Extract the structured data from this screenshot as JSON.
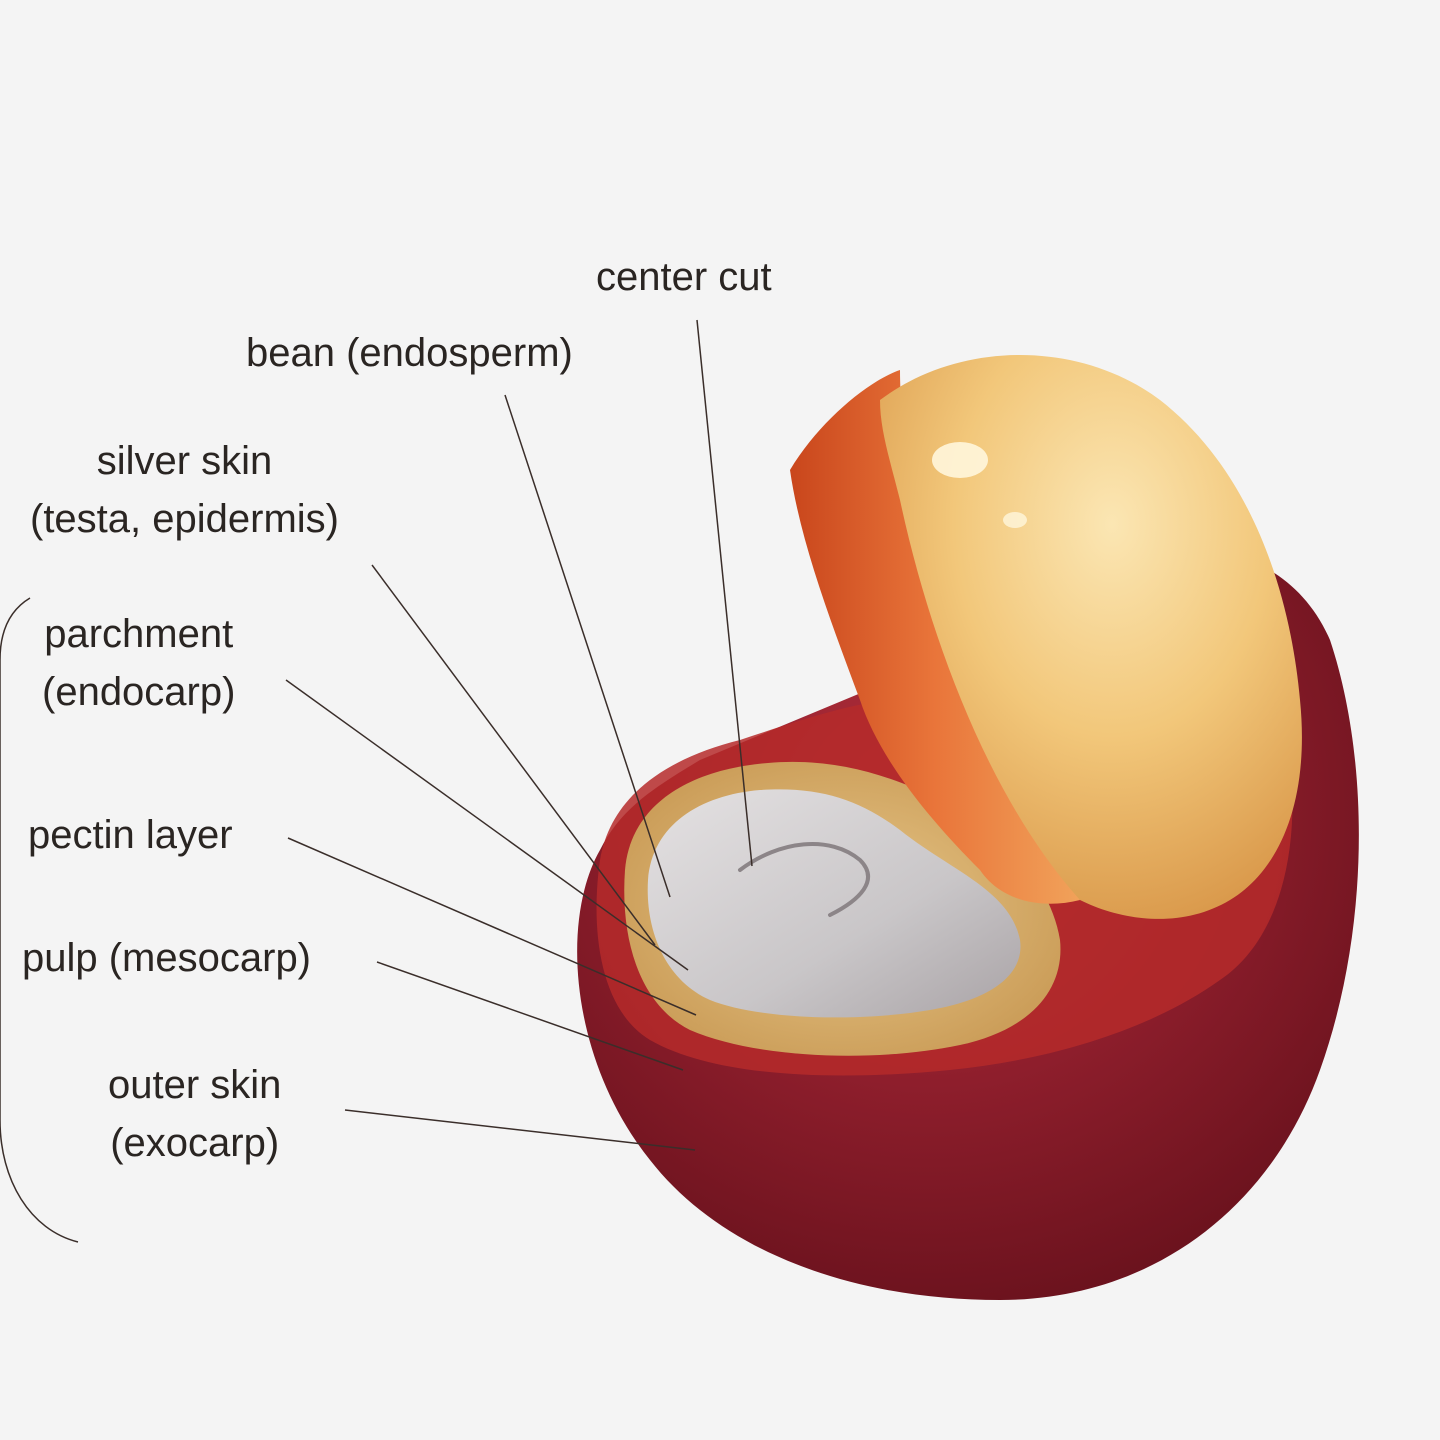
{
  "labels": {
    "center_cut": "center cut",
    "bean": "bean (endosperm)",
    "silver_skin": [
      "silver skin",
      "(testa, epidermis)"
    ],
    "parchment": [
      "parchment",
      "(endocarp)"
    ],
    "pectin": "pectin layer",
    "pulp": "pulp (mesocarp)",
    "outer_skin": [
      "outer skin",
      "(exocarp)"
    ]
  },
  "colors": {
    "background": "#f4f4f4",
    "label_text": "#2a2522",
    "leader_line": "#3a2e2a",
    "exocarp": "#8e1e2c",
    "bean": "#f2c77a",
    "cut_face": "#c9c6c8"
  }
}
